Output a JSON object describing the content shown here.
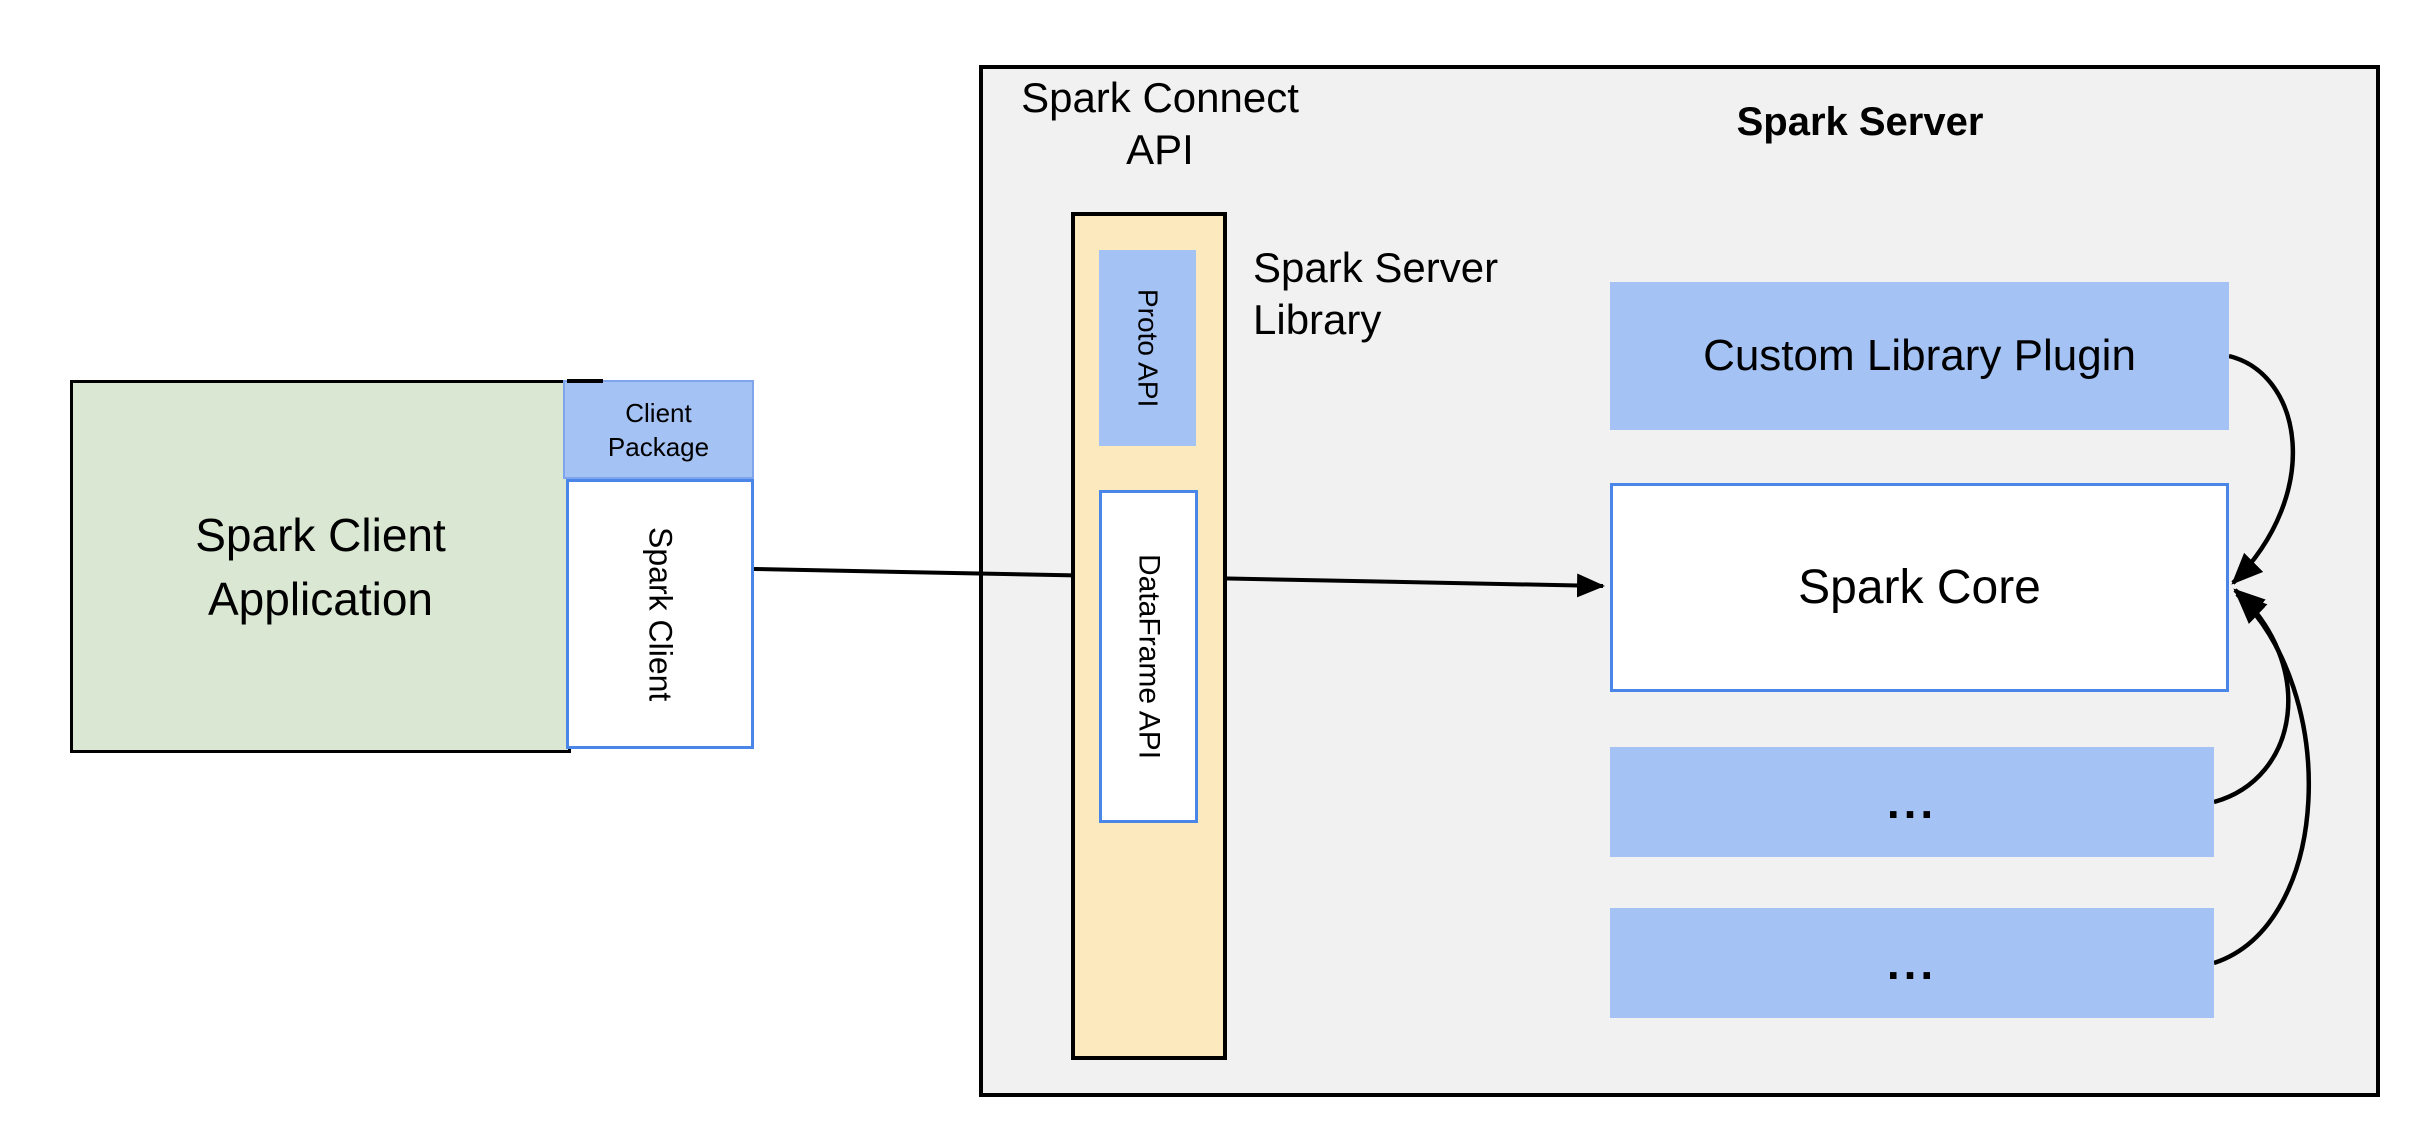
{
  "colors": {
    "canvas_bg": "#ffffff",
    "panel_gray": "#f1f1f2",
    "box_green": "#d9e7d3",
    "box_blue": "#a4c2f4",
    "box_yellow": "#fce9bd",
    "border_blue": "#4a86e8",
    "line_black": "#000000"
  },
  "client": {
    "application_line1": "Spark Client",
    "application_line2": "Application",
    "package_line1": "Client",
    "package_line2": "Package",
    "spark_client_label": "Spark Client"
  },
  "connect_api": {
    "title_line1": "Spark Connect",
    "title_line2": "API",
    "proto_api_label": "Proto API",
    "dataframe_api_label": "DataFrame API",
    "library_line1": "Spark Server",
    "library_line2": "Library"
  },
  "server": {
    "title": "Spark Server",
    "custom_plugin_label": "Custom Library Plugin",
    "core_label": "Spark Core",
    "module_placeholder_1": "...",
    "module_placeholder_2": "..."
  }
}
